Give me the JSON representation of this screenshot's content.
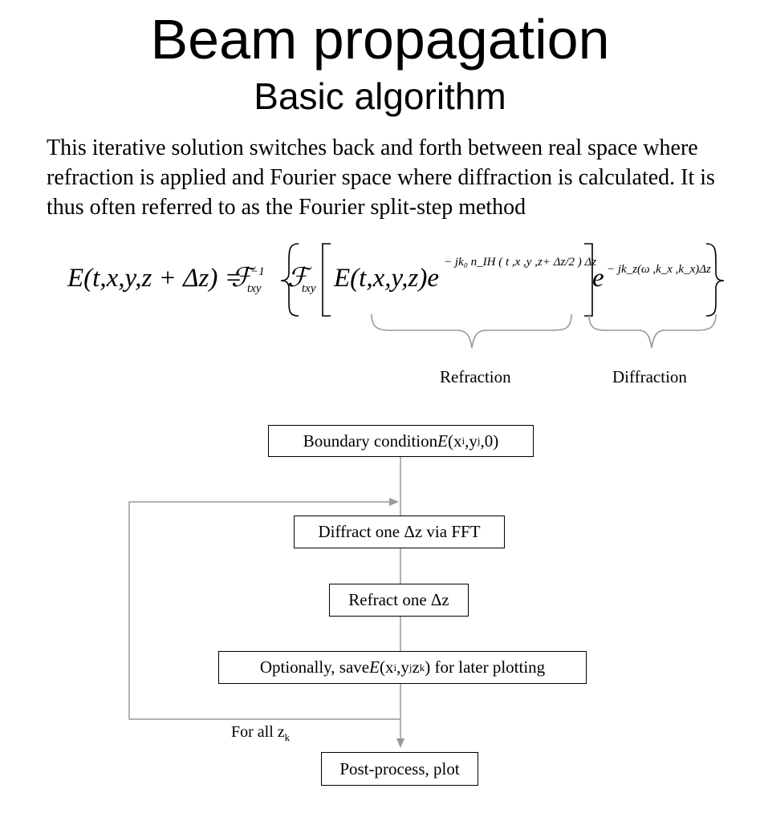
{
  "title": "Beam propagation",
  "subtitle": "Basic algorithm",
  "intro": "This iterative solution switches back and forth between real space where refraction is applied and Fourier space where diffraction is calculated.  It is thus often referred to as the Fourier split-step method",
  "equation": {
    "lhs": "E(t,x,y,z + Δz) = ",
    "fourier_inverse": "ℱ",
    "fourier_inverse_sup": "−1",
    "fourier_inverse_sub": "txy",
    "fourier": "ℱ",
    "fourier_sub": "txy",
    "field": "E(t,x,y,z)e",
    "refraction_exponent": "− jk₀ n_IH ( t ,x ,y ,z+ Δz/2 ) Δz",
    "diffraction_base": "e",
    "diffraction_exponent": "− jk_z(ω ,k_x ,k_x)Δz",
    "brace_labels": {
      "refraction": "Refraction",
      "diffraction": "Diffraction"
    }
  },
  "flowchart": {
    "boundary": {
      "text": "Boundary condition ",
      "var": "E",
      "args": "(x",
      "sub_i": "i",
      "mid": " ,y",
      "sub_j": "j",
      "end": " ,0)"
    },
    "diffract": "Diffract one Δz via FFT",
    "refract": "Refract one Δz",
    "save": {
      "pre": "Optionally, save ",
      "var": "E",
      "args": " (x",
      "sub_i": "i",
      "mid": " ,y",
      "sub_j": "j",
      "mid2": " z",
      "sub_k": "k",
      "end": ") for later plotting"
    },
    "loop_label": {
      "text": "For all z",
      "sub": "k"
    },
    "post": "Post-process, plot"
  }
}
